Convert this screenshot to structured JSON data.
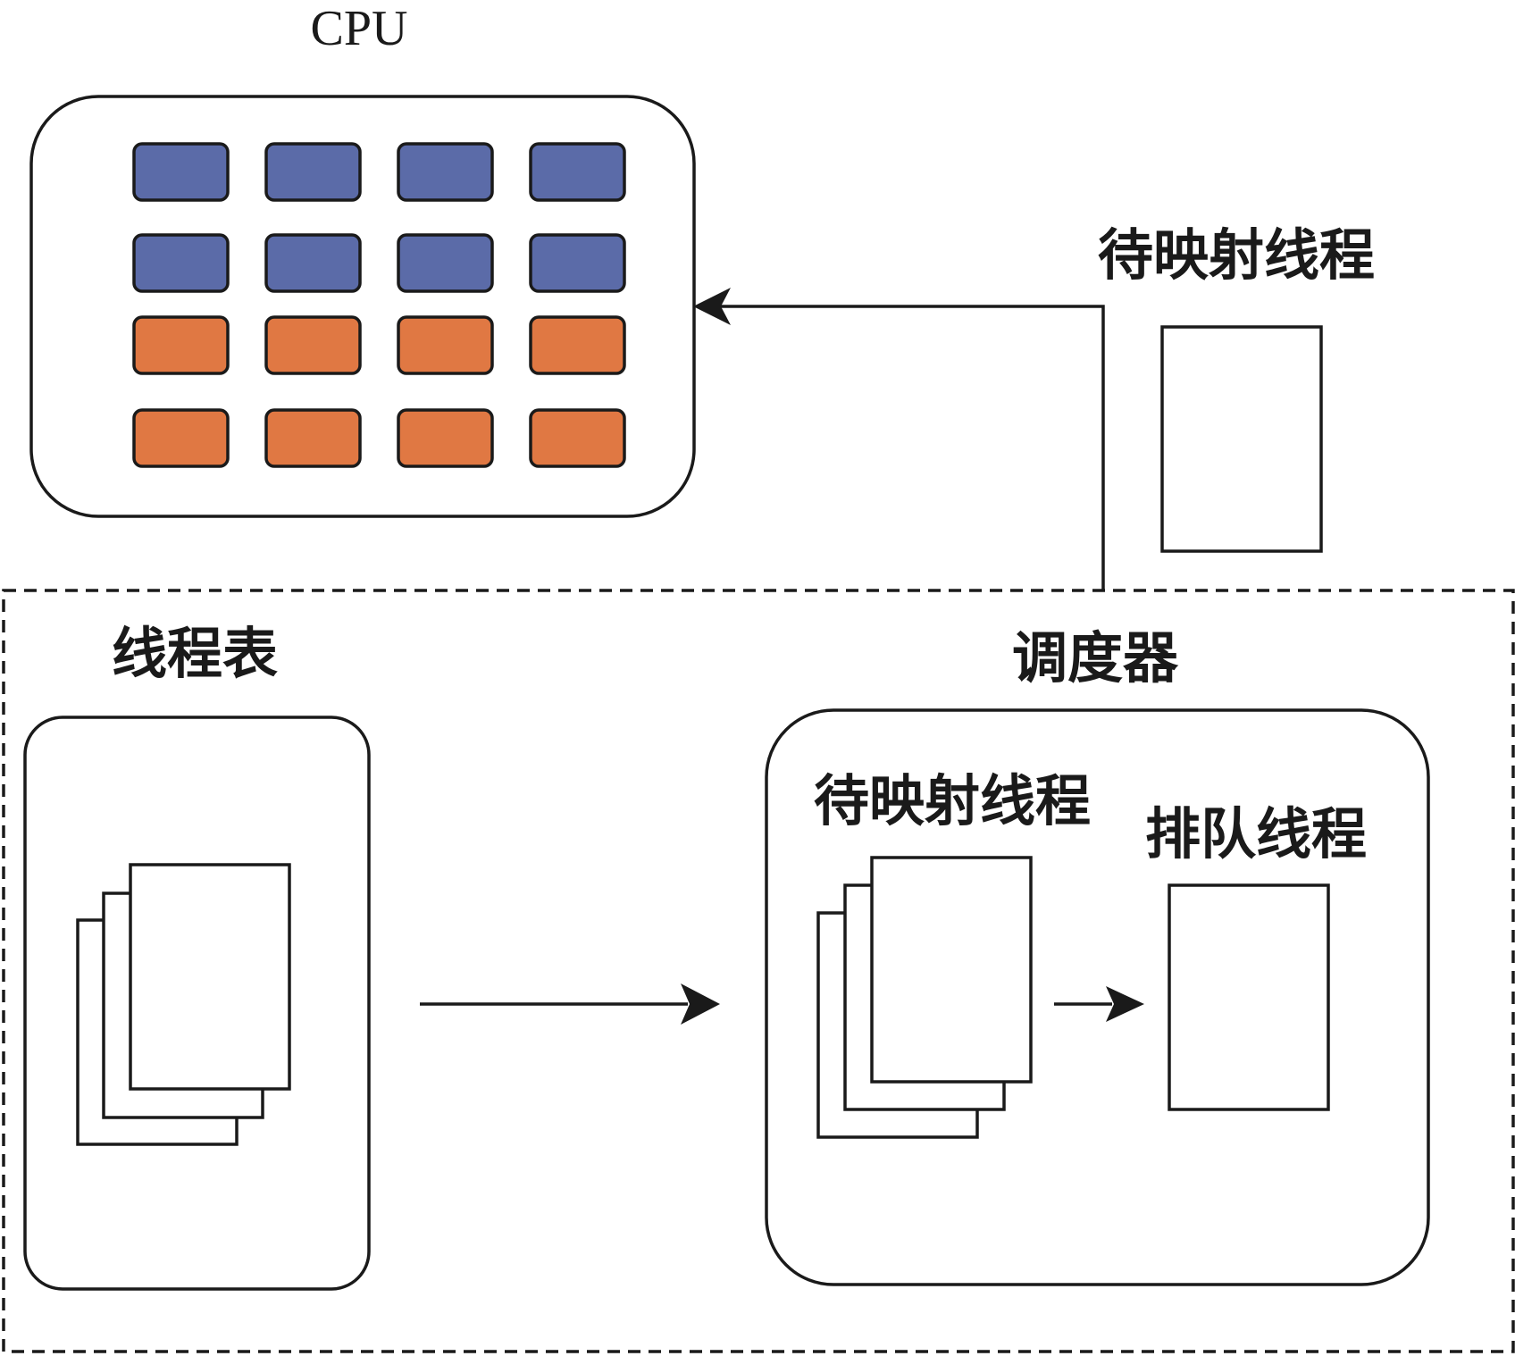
{
  "cpu": {
    "label": "CPU",
    "core_rows": [
      {
        "color": "#5b6ba8"
      },
      {
        "color": "#5b6ba8"
      },
      {
        "color": "#e07843"
      },
      {
        "color": "#e07843"
      }
    ],
    "cores_per_row": 4
  },
  "pending_thread_label": "待映射线程",
  "thread_table": {
    "label": "线程表"
  },
  "scheduler": {
    "label": "调度器",
    "pending_label": "待映射线程",
    "queued_label": "排队线程"
  },
  "colors": {
    "core_blue": "#5b6ba8",
    "core_orange": "#e07843",
    "stroke": "#1a1a1a"
  }
}
